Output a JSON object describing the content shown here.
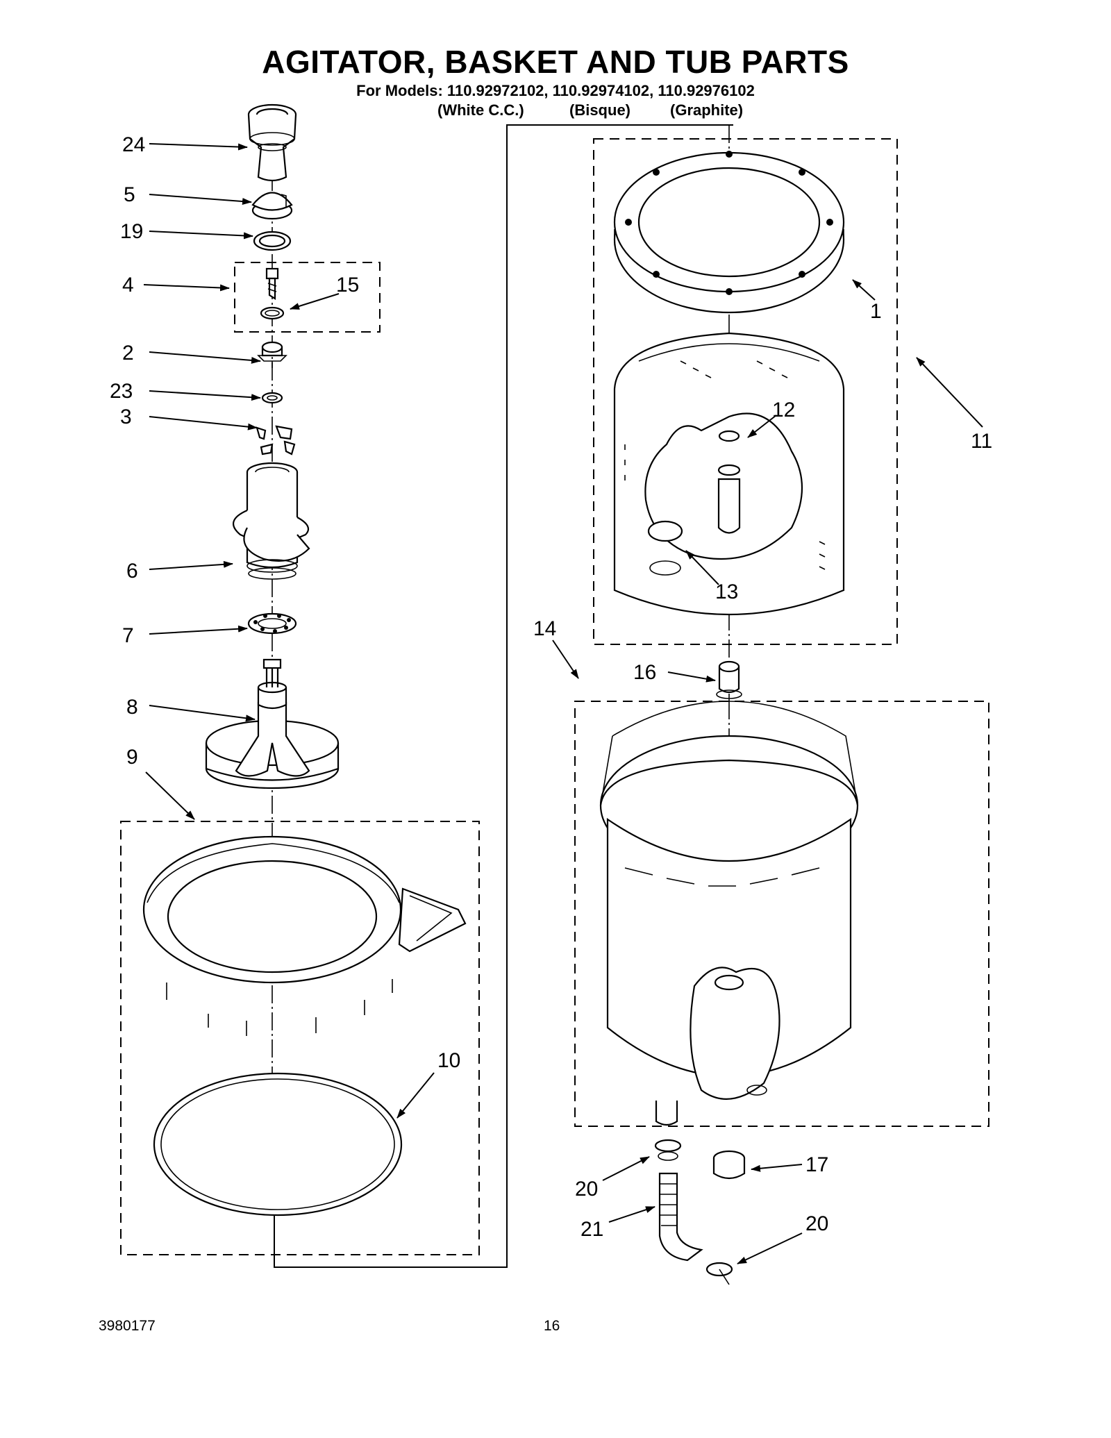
{
  "page": {
    "title": "AGITATOR, BASKET AND TUB PARTS",
    "models_line": "For Models: 110.92972102, 110.92974102, 110.92976102",
    "colors": [
      "(White C.C.)",
      "(Bisque)",
      "(Graphite)"
    ],
    "doc_number": "3980177",
    "page_number": "16"
  },
  "callouts": {
    "c24": "24",
    "c5": "5",
    "c19": "19",
    "c4": "4",
    "c15": "15",
    "c2": "2",
    "c23": "23",
    "c3": "3",
    "c6": "6",
    "c7": "7",
    "c8": "8",
    "c9": "9",
    "c10": "10",
    "c1": "1",
    "c11": "11",
    "c12": "12",
    "c13": "13",
    "c14": "14",
    "c16": "16",
    "c17": "17",
    "c20a": "20",
    "c21": "21",
    "c20b": "20"
  }
}
